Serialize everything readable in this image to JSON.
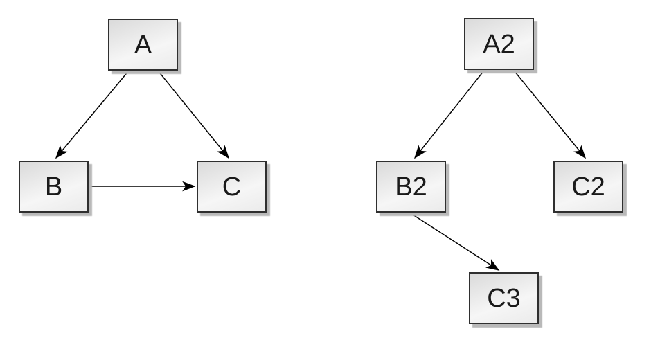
{
  "diagrams": [
    {
      "id": "left-graph",
      "nodes": [
        {
          "id": "A",
          "label": "A"
        },
        {
          "id": "B",
          "label": "B"
        },
        {
          "id": "C",
          "label": "C"
        }
      ],
      "edges": [
        {
          "from": "A",
          "to": "B"
        },
        {
          "from": "A",
          "to": "C"
        },
        {
          "from": "B",
          "to": "C"
        }
      ]
    },
    {
      "id": "right-graph",
      "nodes": [
        {
          "id": "A2",
          "label": "A2"
        },
        {
          "id": "B2",
          "label": "B2"
        },
        {
          "id": "C2",
          "label": "C2"
        },
        {
          "id": "C3",
          "label": "C3"
        }
      ],
      "edges": [
        {
          "from": "A2",
          "to": "B2"
        },
        {
          "from": "A2",
          "to": "C2"
        },
        {
          "from": "B2",
          "to": "C3"
        }
      ]
    }
  ],
  "colors": {
    "background": "#ffffff",
    "node_fill_light": "#f6f6f6",
    "node_fill_dark": "#dadada",
    "node_border": "#2f2f2f",
    "node_shadow": "#b9b9b9",
    "edge": "#000000",
    "text": "#1a1a1a"
  }
}
